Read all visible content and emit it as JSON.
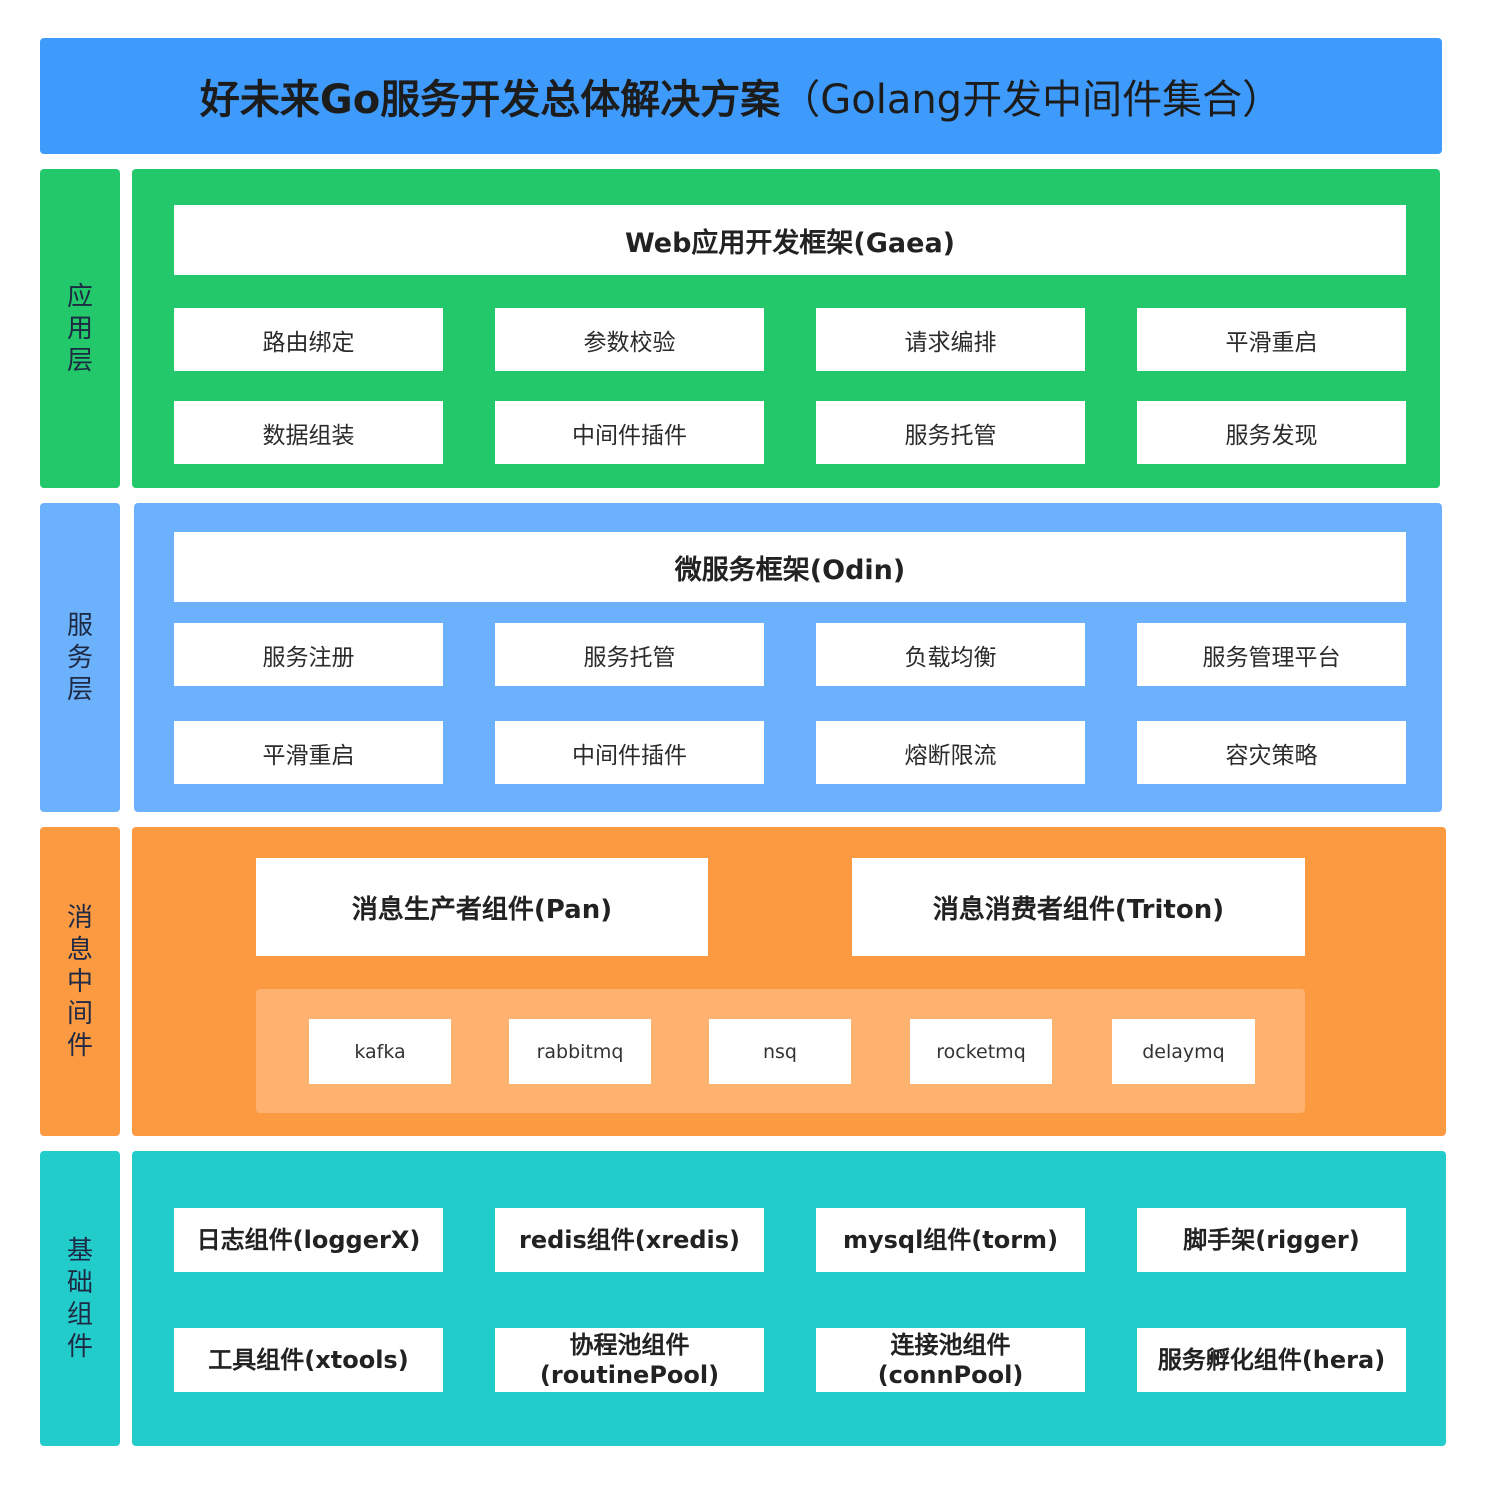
{
  "title": {
    "main": "好未来Go服务开发总体解决方案",
    "sub": "（Golang开发中间件集合）"
  },
  "colors": {
    "title": "#3f9bfb",
    "app": "#22c869",
    "service": "#6cb1fb",
    "mq": "#fc9a42",
    "mq_inner": "#fdb36f",
    "base": "#22cccb"
  },
  "layers": {
    "app": {
      "label": "应用层",
      "framework": "Web应用开发框架(Gaea)",
      "items": [
        "路由绑定",
        "参数校验",
        "请求编排",
        "平滑重启",
        "数据组装",
        "中间件插件",
        "服务托管",
        "服务发现"
      ]
    },
    "service": {
      "label": "服务层",
      "framework": "微服务框架(Odin)",
      "items": [
        "服务注册",
        "服务托管",
        "负载均衡",
        "服务管理平台",
        "平滑重启",
        "中间件插件",
        "熔断限流",
        "容灾策略"
      ]
    },
    "mq": {
      "label": "消息中间件",
      "producer": "消息生产者组件(Pan)",
      "consumer": "消息消费者组件(Triton)",
      "items": [
        "kafka",
        "rabbitmq",
        "nsq",
        "rocketmq",
        "delaymq"
      ]
    },
    "base": {
      "label": "基础组件",
      "items": [
        "日志组件(loggerX)",
        "redis组件(xredis)",
        "mysql组件(torm)",
        "脚手架(rigger)",
        "工具组件(xtools)",
        "协程池组件\n(routinePool)",
        "连接池组件\n(connPool)",
        "服务孵化组件(hera)"
      ]
    }
  }
}
